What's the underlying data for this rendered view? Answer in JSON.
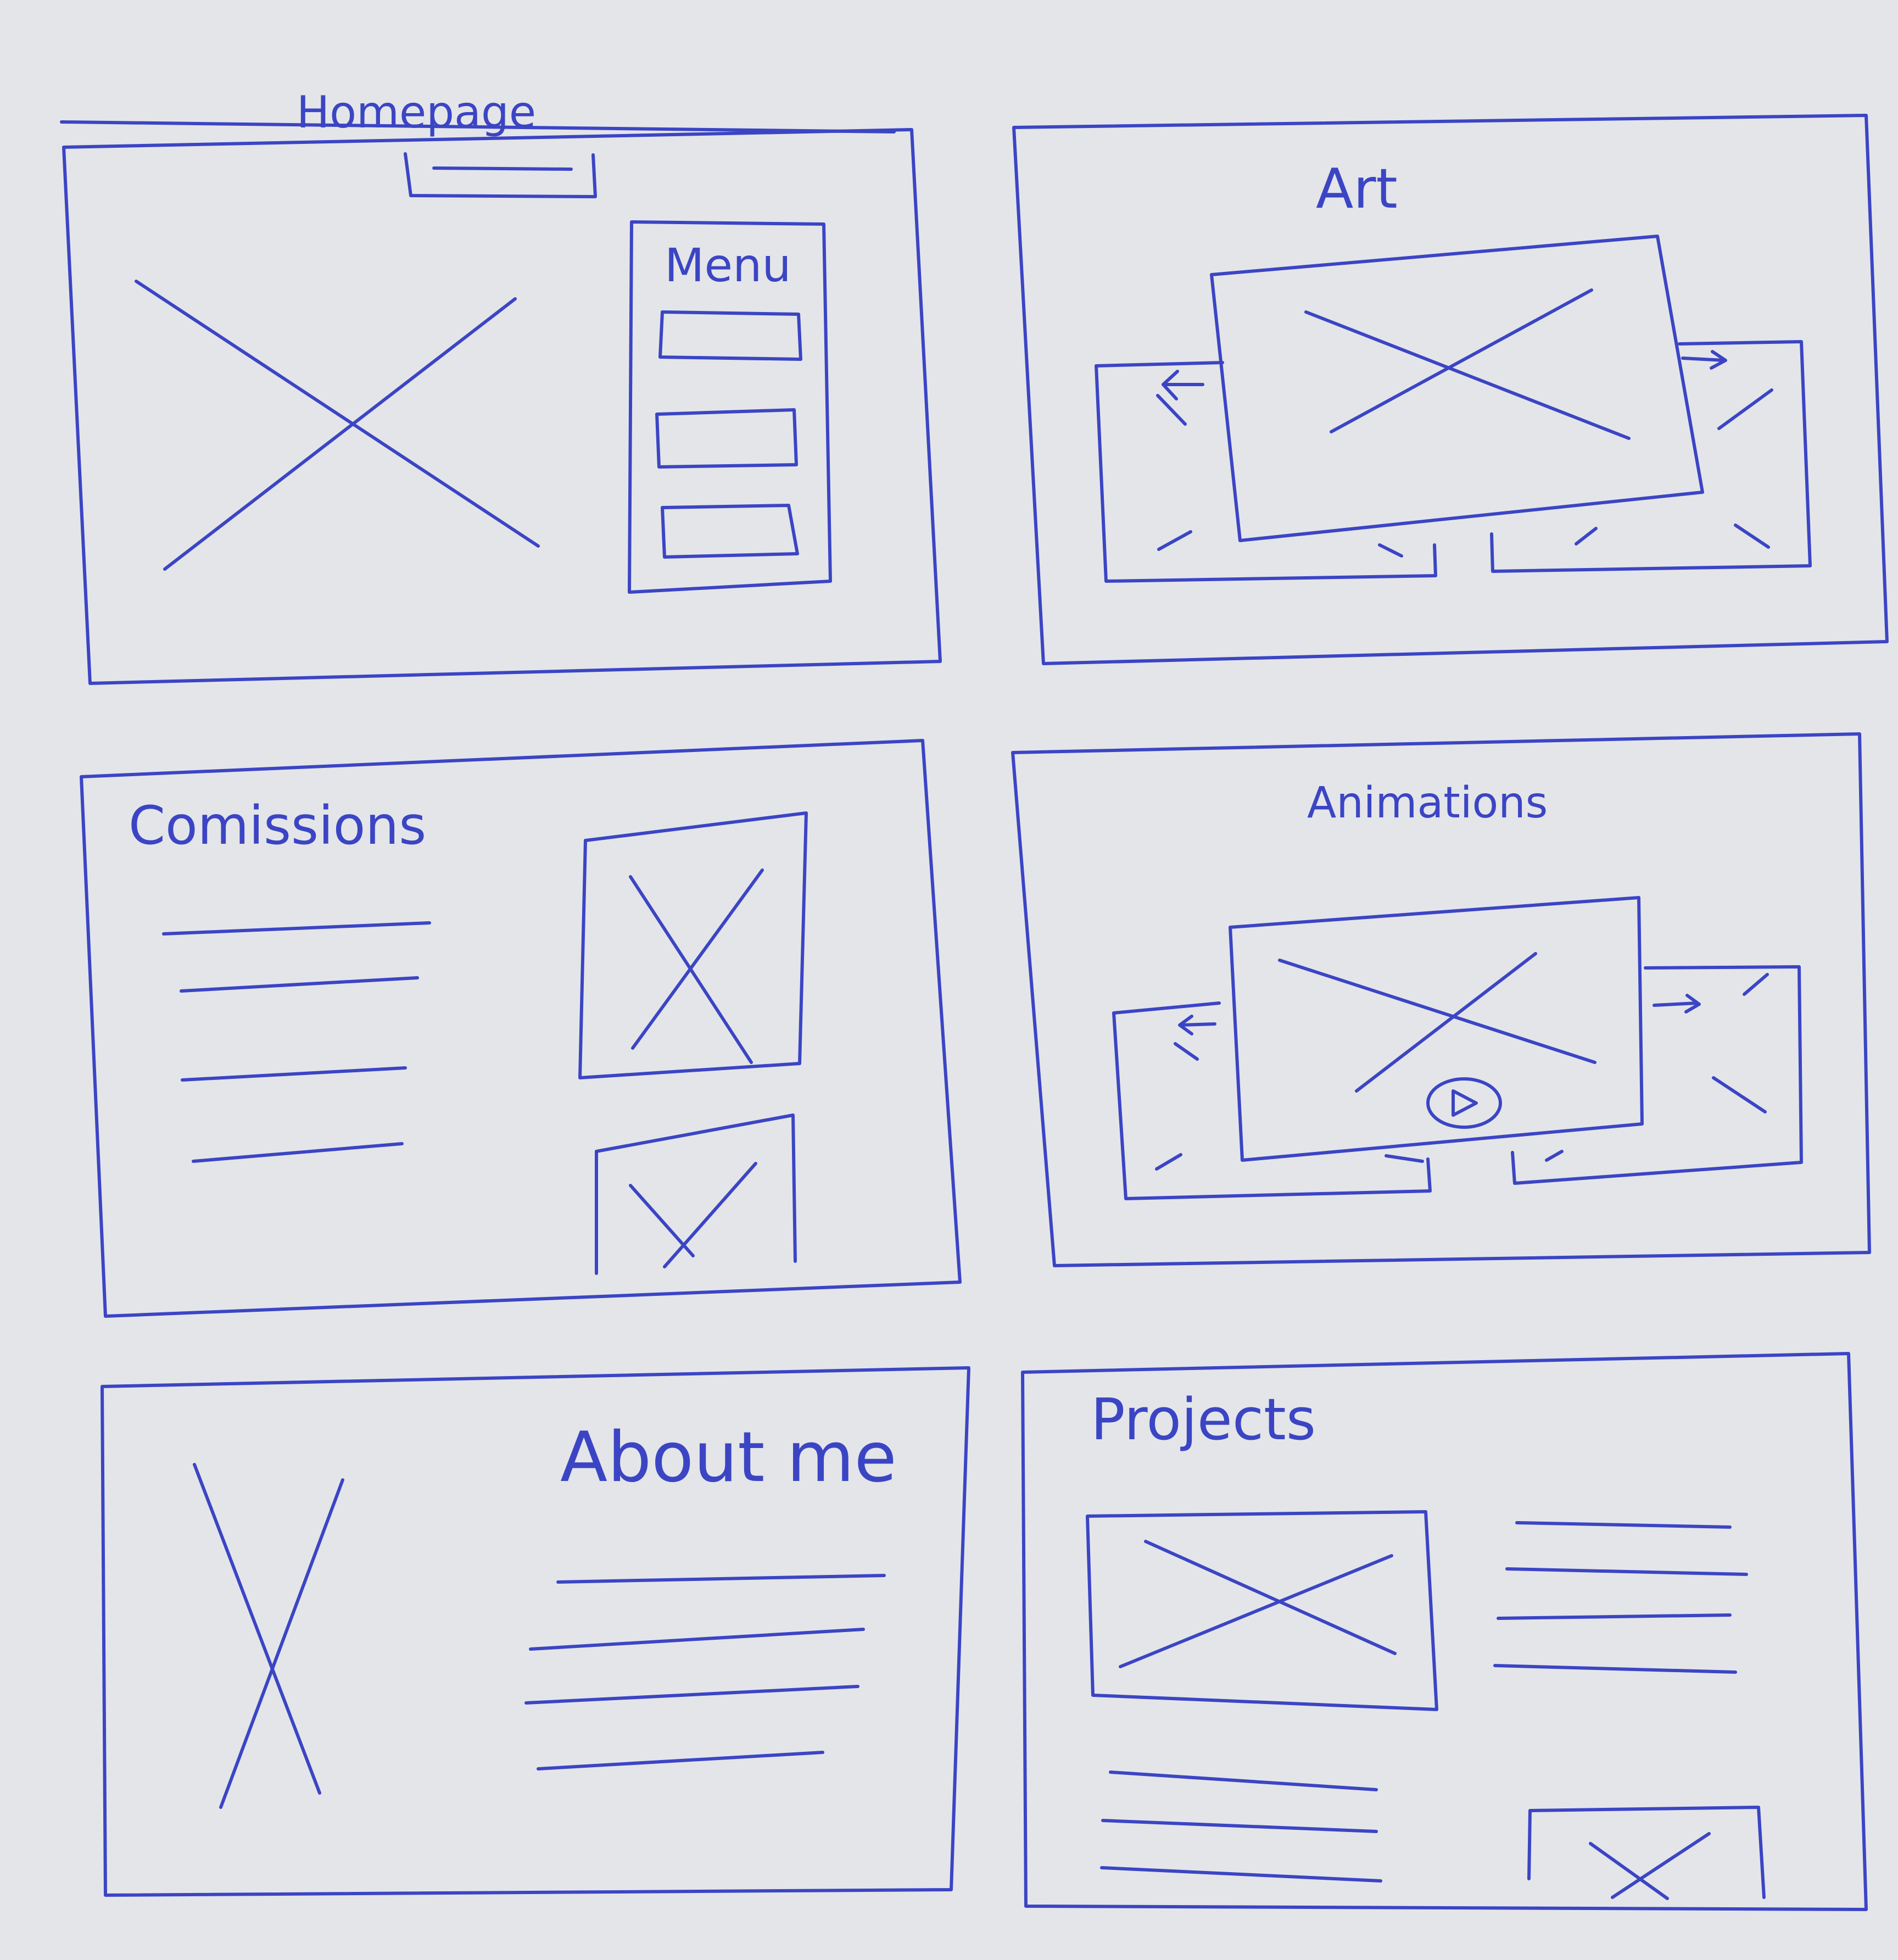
{
  "colors": {
    "paper": "#e4e5e9",
    "ink": "#3b45c4"
  },
  "screens": {
    "homepage": {
      "title": "Homepage",
      "menu_label": "Menu"
    },
    "art": {
      "title": "Art"
    },
    "commissions": {
      "title": "Comissions"
    },
    "animations": {
      "title": "Animations"
    },
    "about": {
      "title": "About me"
    },
    "projects": {
      "title": "Projects"
    }
  }
}
